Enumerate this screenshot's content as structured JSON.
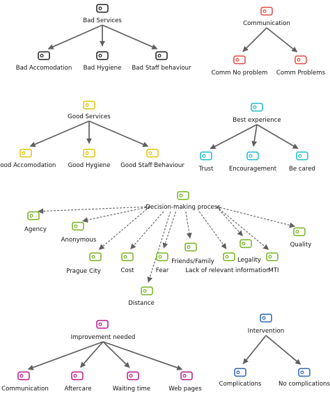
{
  "colors": {
    "black": "#1c1c1c",
    "red": "#e0483e",
    "yellow": "#e3c400",
    "cyan": "#1bb9cb",
    "green": "#72b21c",
    "magenta": "#b8168e",
    "blue": "#2a62b0",
    "arrow": "#5f5f5f"
  },
  "icon": "code-tag-icon",
  "groups": [
    {
      "id": "bad-services",
      "color": "black",
      "root": {
        "label": "Bad Services"
      },
      "children": [
        {
          "label": "Bad Accomodation"
        },
        {
          "label": "Bad Hygiene"
        },
        {
          "label": "Bad Staff behaviour"
        }
      ]
    },
    {
      "id": "communication",
      "color": "red",
      "root": {
        "label": "Communication"
      },
      "children": [
        {
          "label": "Comm No problem"
        },
        {
          "label": "Comm Problems"
        }
      ]
    },
    {
      "id": "good-services",
      "color": "yellow",
      "root": {
        "label": "Good Services"
      },
      "children": [
        {
          "label": "Good Accomodation"
        },
        {
          "label": "Good Hygiene"
        },
        {
          "label": "Good Staff Behaviour"
        }
      ]
    },
    {
      "id": "best-experience",
      "color": "cyan",
      "root": {
        "label": "Best experience"
      },
      "children": [
        {
          "label": "Trust"
        },
        {
          "label": "Encouragement"
        },
        {
          "label": "Be cared"
        }
      ]
    },
    {
      "id": "decision-making",
      "color": "green",
      "root": {
        "label": "Decision-making process"
      },
      "children": [
        {
          "label": "Agency"
        },
        {
          "label": "Anonymous"
        },
        {
          "label": "Prague City"
        },
        {
          "label": "Cost"
        },
        {
          "label": "Fear"
        },
        {
          "label": "Distance"
        },
        {
          "label": "Friends/Family"
        },
        {
          "label": "Lack of relevant information"
        },
        {
          "label": "Legality"
        },
        {
          "label": "MTI"
        },
        {
          "label": "Quality"
        }
      ]
    },
    {
      "id": "improvement-needed",
      "color": "magenta",
      "root": {
        "label": "Improvement needed"
      },
      "children": [
        {
          "label": "Communication"
        },
        {
          "label": "Aftercare"
        },
        {
          "label": "Waiting time"
        },
        {
          "label": "Web pages"
        }
      ]
    },
    {
      "id": "intervention",
      "color": "blue",
      "root": {
        "label": "Intervention"
      },
      "children": [
        {
          "label": "Complications"
        },
        {
          "label": "No complications"
        }
      ]
    }
  ]
}
